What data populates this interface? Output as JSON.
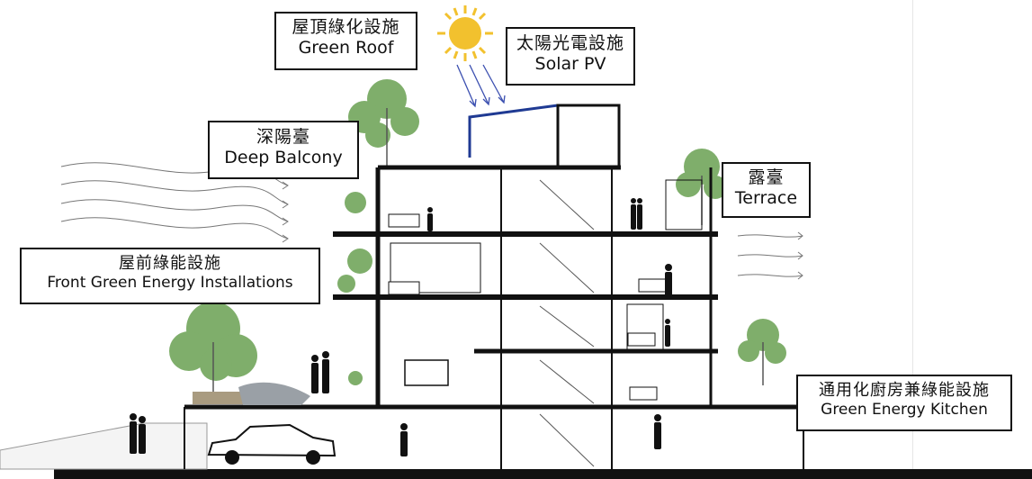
{
  "labels": {
    "green_roof": {
      "zh": "屋頂綠化設施",
      "en": "Green Roof"
    },
    "solar_pv": {
      "zh": "太陽光電設施",
      "en": "Solar PV"
    },
    "deep_balcony": {
      "zh": "深陽臺",
      "en": "Deep Balcony"
    },
    "terrace": {
      "zh": "露臺",
      "en": "Terrace"
    },
    "front_green": {
      "zh": "屋前綠能設施",
      "en": "Front Green Energy Installations"
    },
    "kitchen": {
      "zh": "通用化廚房兼綠能設施",
      "en": "Green Energy Kitchen"
    }
  },
  "colors": {
    "sun": "#f2c12e",
    "solar_panel": "#1f3a93",
    "sun_rays_arrows": "#3b4fb0",
    "tree": "#7fae6b",
    "line": "#111111"
  },
  "icons": [
    "sun-icon",
    "wind-arrow-icon",
    "tree-icon",
    "person-icon",
    "car-icon",
    "bed-icon"
  ]
}
